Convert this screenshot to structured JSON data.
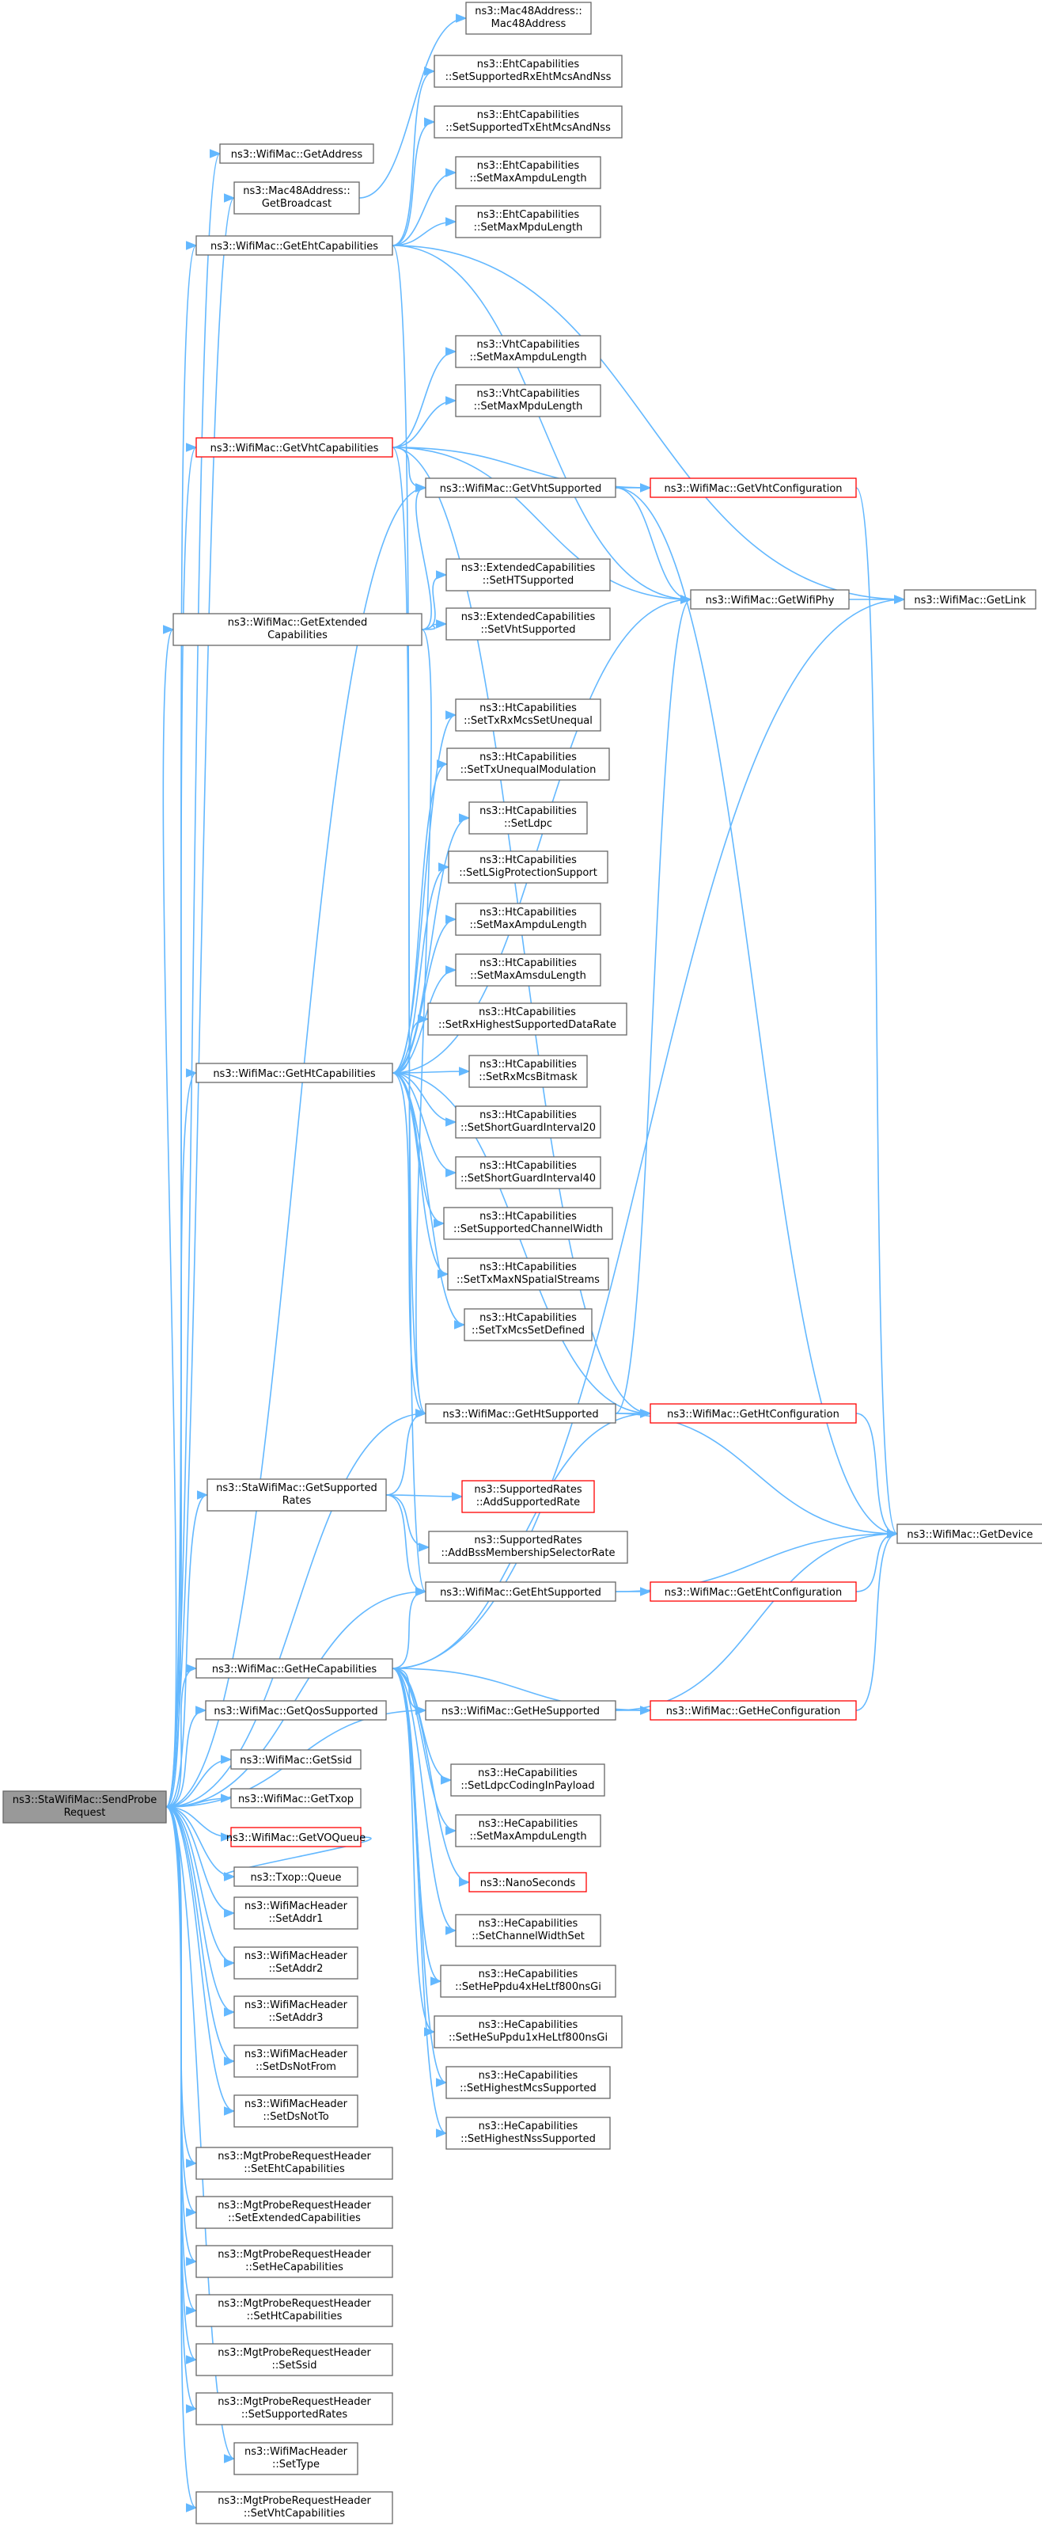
{
  "colors": {
    "edge": "#63b8ff",
    "node_border": "#666666",
    "highlight_border": "#ff0000",
    "root_fill": "#999999"
  },
  "nodes": {
    "root": [
      "ns3::StaWifiMac::SendProbe",
      "Request"
    ],
    "mac48_mac48": [
      "ns3::Mac48Address::",
      "Mac48Address"
    ],
    "eht_setrx": [
      "ns3::EhtCapabilities",
      "::SetSupportedRxEhtMcsAndNss"
    ],
    "eht_settx": [
      "ns3::EhtCapabilities",
      "::SetSupportedTxEhtMcsAndNss"
    ],
    "eht_setampdu": [
      "ns3::EhtCapabilities",
      "::SetMaxAmpduLength"
    ],
    "eht_setmpdu": [
      "ns3::EhtCapabilities",
      "::SetMaxMpduLength"
    ],
    "getaddress": [
      "ns3::WifiMac::GetAddress"
    ],
    "getbroadcast": [
      "ns3::Mac48Address::",
      "GetBroadcast"
    ],
    "getehtcap": [
      "ns3::WifiMac::GetEhtCapabilities"
    ],
    "vht_setampdu": [
      "ns3::VhtCapabilities",
      "::SetMaxAmpduLength"
    ],
    "vht_setmpdu": [
      "ns3::VhtCapabilities",
      "::SetMaxMpduLength"
    ],
    "getvhtcap": [
      "ns3::WifiMac::GetVhtCapabilities"
    ],
    "getvhtsup": [
      "ns3::WifiMac::GetVhtSupported"
    ],
    "getvhtconf": [
      "ns3::WifiMac::GetVhtConfiguration"
    ],
    "ext_setht": [
      "ns3::ExtendedCapabilities",
      "::SetHTSupported"
    ],
    "ext_setvht": [
      "ns3::ExtendedCapabilities",
      "::SetVhtSupported"
    ],
    "getextcap": [
      "ns3::WifiMac::GetExtended",
      "Capabilities"
    ],
    "getwifiphy": [
      "ns3::WifiMac::GetWifiPhy"
    ],
    "getlink": [
      "ns3::WifiMac::GetLink"
    ],
    "ht_txrxunequal": [
      "ns3::HtCapabilities",
      "::SetTxRxMcsSetUnequal"
    ],
    "ht_txunequalmod": [
      "ns3::HtCapabilities",
      "::SetTxUnequalModulation"
    ],
    "ht_ldpc": [
      "ns3::HtCapabilities",
      "::SetLdpc"
    ],
    "ht_lsig": [
      "ns3::HtCapabilities",
      "::SetLSigProtectionSupport"
    ],
    "ht_ampdu": [
      "ns3::HtCapabilities",
      "::SetMaxAmpduLength"
    ],
    "ht_amsdu": [
      "ns3::HtCapabilities",
      "::SetMaxAmsduLength"
    ],
    "ht_rxhighest": [
      "ns3::HtCapabilities",
      "::SetRxHighestSupportedDataRate"
    ],
    "ht_rxmcsbitmask": [
      "ns3::HtCapabilities",
      "::SetRxMcsBitmask"
    ],
    "ht_sgi20": [
      "ns3::HtCapabilities",
      "::SetShortGuardInterval20"
    ],
    "ht_sgi40": [
      "ns3::HtCapabilities",
      "::SetShortGuardInterval40"
    ],
    "ht_chwidth": [
      "ns3::HtCapabilities",
      "::SetSupportedChannelWidth"
    ],
    "ht_txmaxnss": [
      "ns3::HtCapabilities",
      "::SetTxMaxNSpatialStreams"
    ],
    "ht_txmcsdef": [
      "ns3::HtCapabilities",
      "::SetTxMcsSetDefined"
    ],
    "gethtcap": [
      "ns3::WifiMac::GetHtCapabilities"
    ],
    "gethtsup": [
      "ns3::WifiMac::GetHtSupported"
    ],
    "gethtconf": [
      "ns3::WifiMac::GetHtConfiguration"
    ],
    "getsuprates": [
      "ns3::StaWifiMac::GetSupported",
      "Rates"
    ],
    "addsuprate": [
      "ns3::SupportedRates",
      "::AddSupportedRate"
    ],
    "addbss": [
      "ns3::SupportedRates",
      "::AddBssMembershipSelectorRate"
    ],
    "getdevice": [
      "ns3::WifiMac::GetDevice"
    ],
    "getehtsup": [
      "ns3::WifiMac::GetEhtSupported"
    ],
    "getehtconf": [
      "ns3::WifiMac::GetEhtConfiguration"
    ],
    "gethecap": [
      "ns3::WifiMac::GetHeCapabilities"
    ],
    "gethesup": [
      "ns3::WifiMac::GetHeSupported"
    ],
    "getheconf": [
      "ns3::WifiMac::GetHeConfiguration"
    ],
    "getqos": [
      "ns3::WifiMac::GetQosSupported"
    ],
    "getssid": [
      "ns3::WifiMac::GetSsid"
    ],
    "gettxop": [
      "ns3::WifiMac::GetTxop"
    ],
    "getvoqueue": [
      "ns3::WifiMac::GetVOQueue"
    ],
    "txopqueue": [
      "ns3::Txop::Queue"
    ],
    "he_ldpc": [
      "ns3::HeCapabilities",
      "::SetLdpcCodingInPayload"
    ],
    "he_ampdu": [
      "ns3::HeCapabilities",
      "::SetMaxAmpduLength"
    ],
    "nanoseconds": [
      "ns3::NanoSeconds"
    ],
    "he_chwidth": [
      "ns3::HeCapabilities",
      "::SetChannelWidthSet"
    ],
    "he_ppdu4x": [
      "ns3::HeCapabilities",
      "::SetHePpdu4xHeLtf800nsGi"
    ],
    "he_su1x": [
      "ns3::HeCapabilities",
      "::SetHeSuPpdu1xHeLtf800nsGi"
    ],
    "he_highmcs": [
      "ns3::HeCapabilities",
      "::SetHighestMcsSupported"
    ],
    "he_highnss": [
      "ns3::HeCapabilities",
      "::SetHighestNssSupported"
    ],
    "hdr_addr1": [
      "ns3::WifiMacHeader",
      "::SetAddr1"
    ],
    "hdr_addr2": [
      "ns3::WifiMacHeader",
      "::SetAddr2"
    ],
    "hdr_addr3": [
      "ns3::WifiMacHeader",
      "::SetAddr3"
    ],
    "hdr_dsnotfrom": [
      "ns3::WifiMacHeader",
      "::SetDsNotFrom"
    ],
    "hdr_dsnotto": [
      "ns3::WifiMacHeader",
      "::SetDsNotTo"
    ],
    "probe_eht": [
      "ns3::MgtProbeRequestHeader",
      "::SetEhtCapabilities"
    ],
    "probe_ext": [
      "ns3::MgtProbeRequestHeader",
      "::SetExtendedCapabilities"
    ],
    "probe_he": [
      "ns3::MgtProbeRequestHeader",
      "::SetHeCapabilities"
    ],
    "probe_ht": [
      "ns3::MgtProbeRequestHeader",
      "::SetHtCapabilities"
    ],
    "probe_ssid": [
      "ns3::MgtProbeRequestHeader",
      "::SetSsid"
    ],
    "probe_rates": [
      "ns3::MgtProbeRequestHeader",
      "::SetSupportedRates"
    ],
    "hdr_settype": [
      "ns3::WifiMacHeader",
      "::SetType"
    ],
    "probe_vht": [
      "ns3::MgtProbeRequestHeader",
      "::SetVhtCapabilities"
    ]
  },
  "edges": [
    [
      "root",
      "getaddress"
    ],
    [
      "root",
      "getbroadcast"
    ],
    [
      "root",
      "getehtcap"
    ],
    [
      "root",
      "getvhtcap"
    ],
    [
      "root",
      "getvhtsup"
    ],
    [
      "root",
      "getextcap"
    ],
    [
      "root",
      "gethtcap"
    ],
    [
      "root",
      "gethtsup"
    ],
    [
      "root",
      "getsuprates"
    ],
    [
      "root",
      "getehtsup"
    ],
    [
      "root",
      "gethecap"
    ],
    [
      "root",
      "gethesup"
    ],
    [
      "root",
      "getqos"
    ],
    [
      "root",
      "getssid"
    ],
    [
      "root",
      "gettxop"
    ],
    [
      "root",
      "getvoqueue"
    ],
    [
      "root",
      "txopqueue"
    ],
    [
      "root",
      "hdr_addr1"
    ],
    [
      "root",
      "hdr_addr2"
    ],
    [
      "root",
      "hdr_addr3"
    ],
    [
      "root",
      "hdr_dsnotfrom"
    ],
    [
      "root",
      "hdr_dsnotto"
    ],
    [
      "root",
      "probe_eht"
    ],
    [
      "root",
      "probe_ext"
    ],
    [
      "root",
      "probe_he"
    ],
    [
      "root",
      "probe_ht"
    ],
    [
      "root",
      "probe_ssid"
    ],
    [
      "root",
      "probe_rates"
    ],
    [
      "root",
      "hdr_settype"
    ],
    [
      "root",
      "probe_vht"
    ],
    [
      "getbroadcast",
      "mac48_mac48"
    ],
    [
      "getehtcap",
      "eht_setrx"
    ],
    [
      "getehtcap",
      "eht_settx"
    ],
    [
      "getehtcap",
      "eht_setampdu"
    ],
    [
      "getehtcap",
      "eht_setmpdu"
    ],
    [
      "getehtcap",
      "getlink"
    ],
    [
      "getehtcap",
      "getehtsup"
    ],
    [
      "getehtcap",
      "getwifiphy"
    ],
    [
      "getvhtcap",
      "vht_setampdu"
    ],
    [
      "getvhtcap",
      "vht_setmpdu"
    ],
    [
      "getvhtcap",
      "getvhtsup"
    ],
    [
      "getvhtcap",
      "getvhtconf"
    ],
    [
      "getvhtcap",
      "getwifiphy"
    ],
    [
      "getvhtcap",
      "gethtsup"
    ],
    [
      "getvhtcap",
      "gethtconf"
    ],
    [
      "getvhtsup",
      "getvhtconf"
    ],
    [
      "getvhtsup",
      "getwifiphy"
    ],
    [
      "getvhtsup",
      "getdevice"
    ],
    [
      "getvhtconf",
      "getdevice"
    ],
    [
      "getwifiphy",
      "getlink"
    ],
    [
      "getextcap",
      "ext_setht"
    ],
    [
      "getextcap",
      "ext_setvht"
    ],
    [
      "getextcap",
      "getvhtsup"
    ],
    [
      "getextcap",
      "gethtsup"
    ],
    [
      "gethtcap",
      "ht_txrxunequal"
    ],
    [
      "gethtcap",
      "ht_txunequalmod"
    ],
    [
      "gethtcap",
      "ht_ldpc"
    ],
    [
      "gethtcap",
      "ht_lsig"
    ],
    [
      "gethtcap",
      "ht_ampdu"
    ],
    [
      "gethtcap",
      "ht_amsdu"
    ],
    [
      "gethtcap",
      "ht_rxhighest"
    ],
    [
      "gethtcap",
      "ht_rxmcsbitmask"
    ],
    [
      "gethtcap",
      "ht_sgi20"
    ],
    [
      "gethtcap",
      "ht_sgi40"
    ],
    [
      "gethtcap",
      "ht_chwidth"
    ],
    [
      "gethtcap",
      "ht_txmaxnss"
    ],
    [
      "gethtcap",
      "ht_txmcsdef"
    ],
    [
      "gethtcap",
      "getwifiphy"
    ],
    [
      "gethtcap",
      "gethtsup"
    ],
    [
      "gethtcap",
      "gethtconf"
    ],
    [
      "gethtsup",
      "gethtconf"
    ],
    [
      "gethtsup",
      "getdevice"
    ],
    [
      "gethtsup",
      "getwifiphy"
    ],
    [
      "gethtconf",
      "getdevice"
    ],
    [
      "getsuprates",
      "gethtsup"
    ],
    [
      "getsuprates",
      "addsuprate"
    ],
    [
      "getsuprates",
      "addbss"
    ],
    [
      "getsuprates",
      "getehtsup"
    ],
    [
      "getehtsup",
      "getehtconf"
    ],
    [
      "getehtsup",
      "getdevice"
    ],
    [
      "getehtconf",
      "getdevice"
    ],
    [
      "gethecap",
      "getehtsup"
    ],
    [
      "gethecap",
      "gethesup"
    ],
    [
      "gethecap",
      "getheconf"
    ],
    [
      "gethecap",
      "gethtconf"
    ],
    [
      "gethecap",
      "getlink"
    ],
    [
      "gethecap",
      "he_ldpc"
    ],
    [
      "gethecap",
      "he_ampdu"
    ],
    [
      "gethecap",
      "nanoseconds"
    ],
    [
      "gethecap",
      "he_chwidth"
    ],
    [
      "gethecap",
      "he_ppdu4x"
    ],
    [
      "gethecap",
      "he_su1x"
    ],
    [
      "gethecap",
      "he_highmcs"
    ],
    [
      "gethecap",
      "he_highnss"
    ],
    [
      "gethesup",
      "getheconf"
    ],
    [
      "gethesup",
      "getdevice"
    ],
    [
      "getheconf",
      "getdevice"
    ],
    [
      "getvoqueue",
      "txopqueue"
    ]
  ]
}
